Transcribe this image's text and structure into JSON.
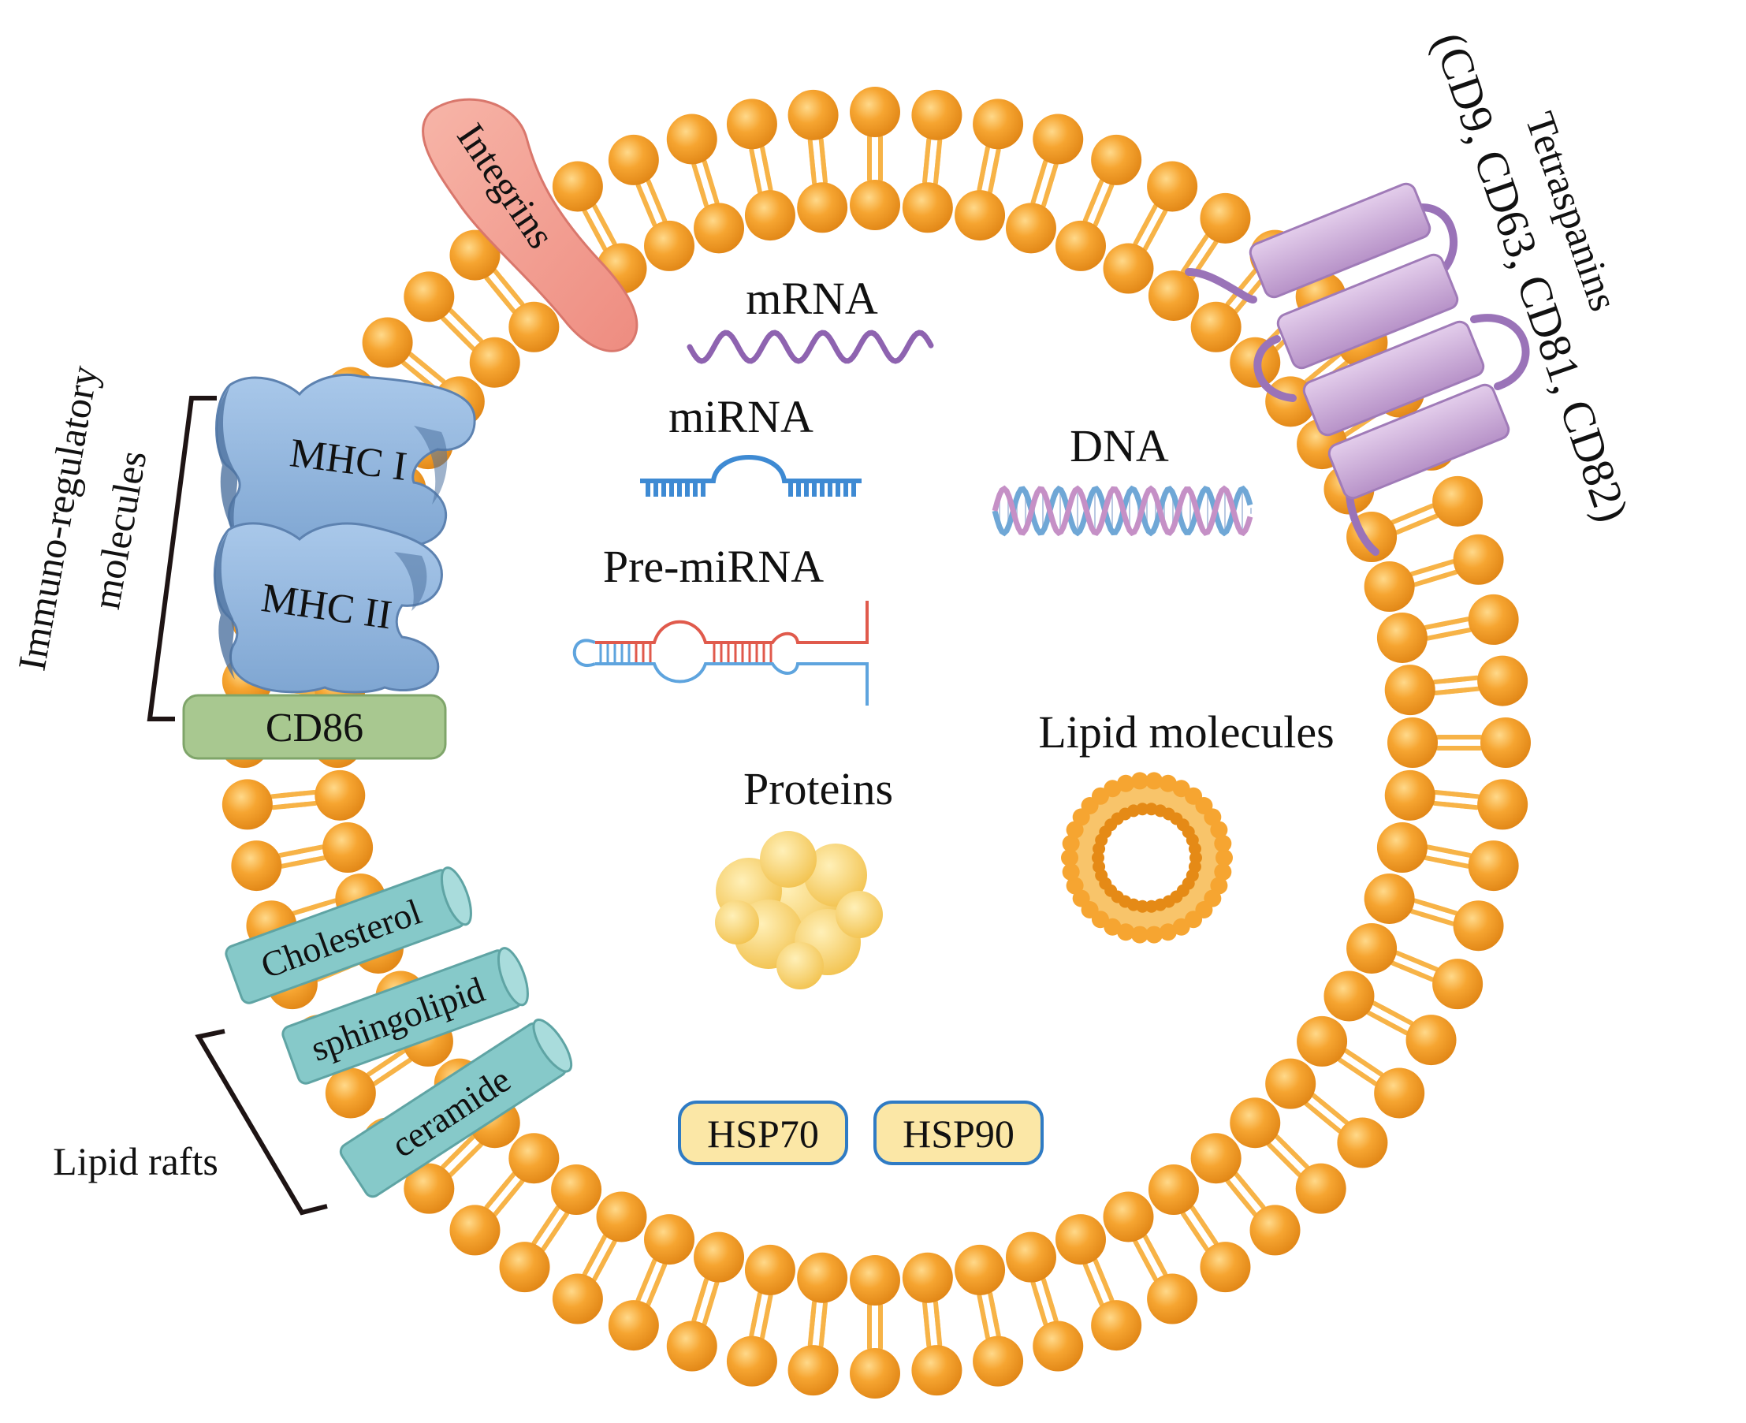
{
  "colors": {
    "head": "#F6A531",
    "head_dark": "#E58A16",
    "tail": "#F7B347",
    "mhc": "#8FB4DE",
    "mhc_dark": "#5D82B0",
    "cd86": "#A8C890",
    "raft": "#86C9C9",
    "integrin": "#F29B8E",
    "tetraspanin": "#C9A6D6",
    "tetraspanin_loop": "#9A73B8",
    "mrna": "#8E63B0",
    "mirna": "#3E8AD3",
    "pre_red": "#E05A4C",
    "pre_blue": "#5EA4DE",
    "dna_a": "#6FA7D6",
    "dna_b": "#C590C6",
    "protein": "#F7CF62",
    "hsp_fill": "#FBE7A6",
    "hsp_border": "#2F7BC4"
  },
  "membrane_labels": {
    "integrins": "Integrins",
    "mhc1": "MHC I",
    "mhc2": "MHC II",
    "cd86": "CD86",
    "cholesterol": "Cholesterol",
    "sphingolipid": "sphingolipid",
    "ceramide": "ceramide"
  },
  "groups": {
    "immuno_line1": "Immuno-regulatory",
    "immuno_line2": "molecules",
    "lipid_rafts": "Lipid rafts",
    "tetraspanins_line1": "Tetraspanins",
    "tetraspanins_line2": "(CD9, CD63, CD81, CD82)"
  },
  "cargo": {
    "mrna": "mRNA",
    "mirna": "miRNA",
    "pre_mirna": "Pre-miRNA",
    "dna": "DNA",
    "proteins": "Proteins",
    "lipid_molecules": "Lipid molecules",
    "hsp70": "HSP70",
    "hsp90": "HSP90"
  }
}
